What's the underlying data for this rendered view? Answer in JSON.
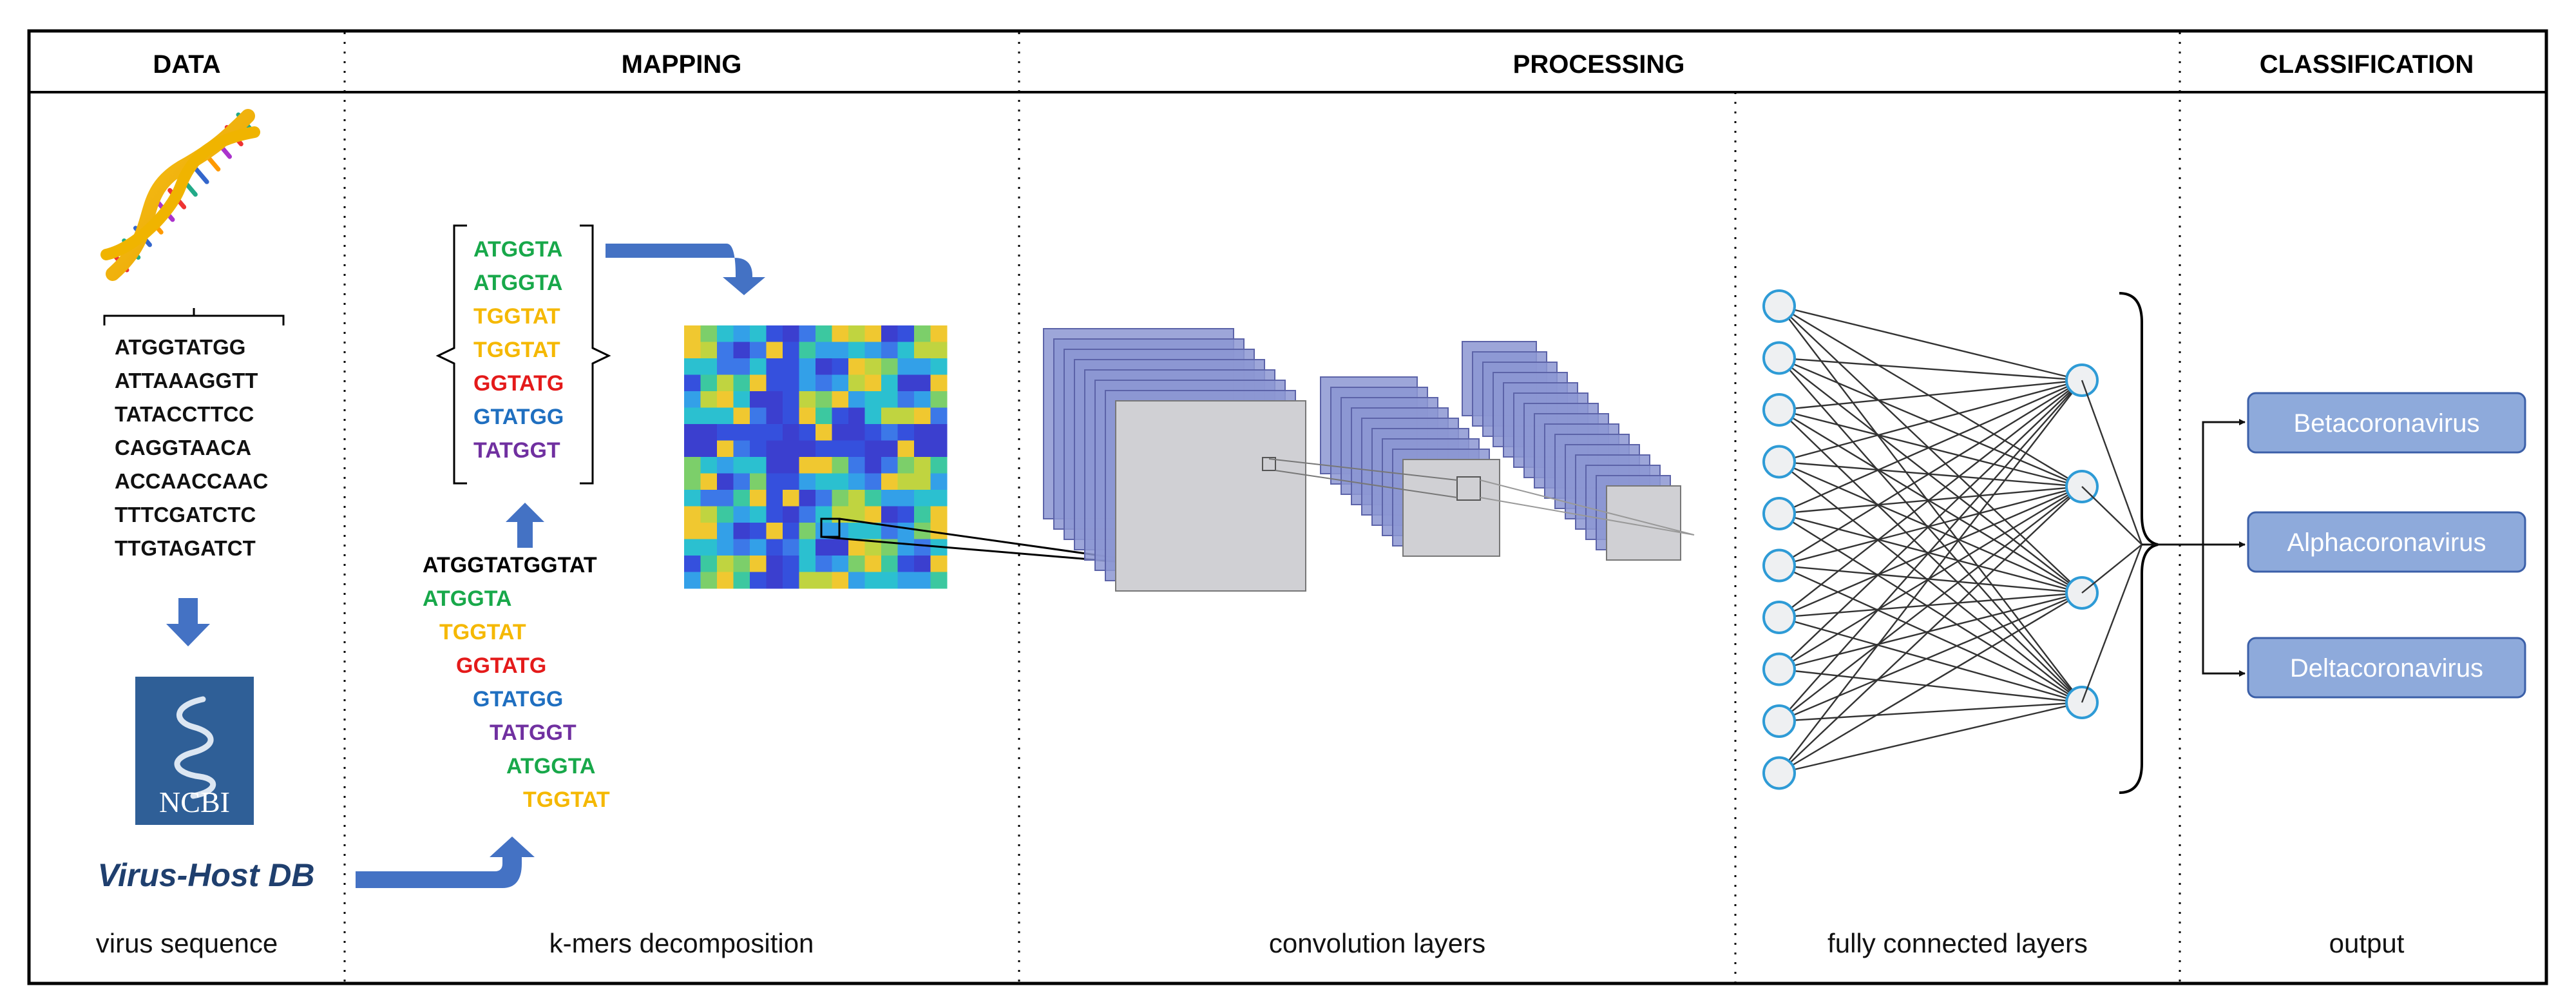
{
  "headers": {
    "data": "DATA",
    "mapping": "MAPPING",
    "processing": "PROCESSING",
    "classification": "CLASSIFICATION"
  },
  "captions": {
    "data": "virus sequence",
    "mapping": "k-mers decomposition",
    "conv": "convolution layers",
    "fc": "fully connected layers",
    "output": "output"
  },
  "sequences": [
    "ATGGTATGG",
    "ATTAAAGGTT",
    "TATACCTTCC",
    "CAGGTAACA",
    "ACCAACCAAC",
    "TTTCGATCTC",
    "TTGTAGATCT"
  ],
  "logos": {
    "ncbi": "NCBI",
    "virus_host": "Virus-Host DB"
  },
  "kmer_set": [
    {
      "text": "ATGGTA",
      "color": "#18a84a"
    },
    {
      "text": "ATGGTA",
      "color": "#18a84a"
    },
    {
      "text": "TGGTAT",
      "color": "#f5b800"
    },
    {
      "text": "TGGTAT",
      "color": "#f5b800"
    },
    {
      "text": "GGTATG",
      "color": "#e41a1a"
    },
    {
      "text": "GTATGG",
      "color": "#1f6fc0"
    },
    {
      "text": "TATGGT",
      "color": "#7030a0"
    }
  ],
  "decomp": {
    "source": "ATGGTATGGTAT",
    "kmers": [
      {
        "text": "ATGGTA",
        "color": "#18a84a"
      },
      {
        "text": "TGGTAT",
        "color": "#f5b800"
      },
      {
        "text": "GGTATG",
        "color": "#e41a1a"
      },
      {
        "text": "GTATGG",
        "color": "#1f6fc0"
      },
      {
        "text": "TATGGT",
        "color": "#7030a0"
      },
      {
        "text": "ATGGTA",
        "color": "#18a84a"
      },
      {
        "text": "TGGTAT",
        "color": "#f5b800"
      }
    ]
  },
  "classes": [
    "Betacoronavirus",
    "Alphacoronavirus",
    "Deltacoronavirus"
  ],
  "network": {
    "input_nodes": 10,
    "output_nodes": 4
  },
  "colors": {
    "arrow": "#4472c4",
    "layer_fill": "#8c96d2",
    "class_fill": "#8eaadb",
    "node_stroke": "#2e9bd6",
    "ncbi_bg": "#2f5f97"
  }
}
